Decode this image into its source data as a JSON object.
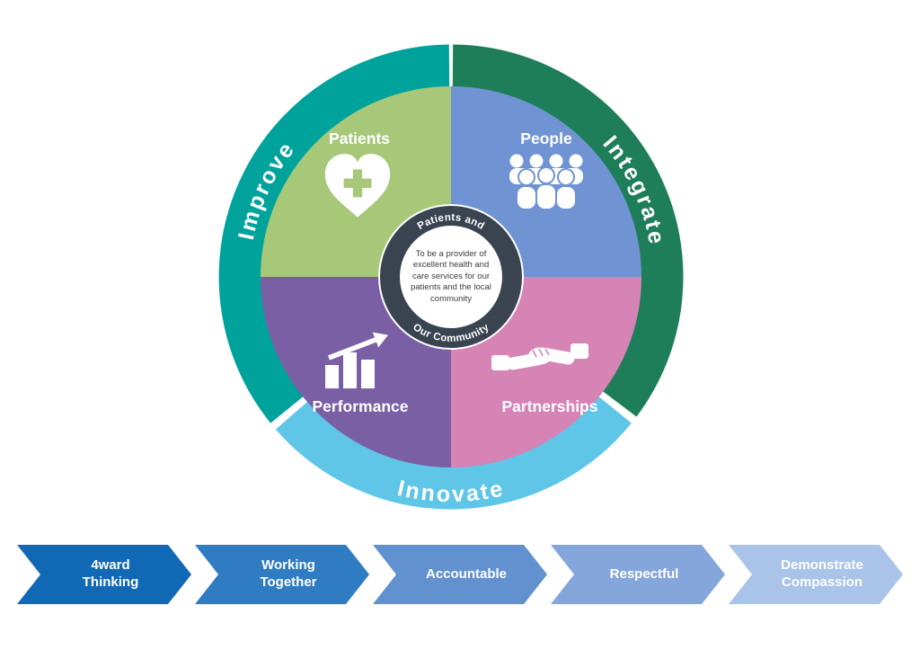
{
  "wheel": {
    "ring": {
      "improve": {
        "label": "Improve",
        "color": "#00A39C"
      },
      "integrate": {
        "label": "Integrate",
        "color": "#1F7E5A"
      },
      "innovate": {
        "label": "Innovate",
        "color": "#5FC6E8"
      }
    },
    "quadrants": {
      "patients": {
        "label": "Patients",
        "color": "#A6C878",
        "icon": "heart-cross-icon"
      },
      "people": {
        "label": "People",
        "color": "#7094D3",
        "icon": "people-group-icon"
      },
      "performance": {
        "label": "Performance",
        "color": "#7A5FA4",
        "icon": "bar-chart-arrow-icon"
      },
      "partnerships": {
        "label": "Partnerships",
        "color": "#D584B5",
        "icon": "handshake-icon"
      }
    },
    "center": {
      "ring_color": "#3A4350",
      "arc_top_text": "Patients and",
      "arc_bottom_text": "Our Community",
      "statement": "To be a provider of excellent health and care services for our patients and the local community"
    }
  },
  "values": {
    "items": [
      {
        "label": "4ward Thinking",
        "color": "#1168B4"
      },
      {
        "label": "Working Together",
        "color": "#2F7CC3"
      },
      {
        "label": "Accountable",
        "color": "#6191CE"
      },
      {
        "label": "Respectful",
        "color": "#84A6DB"
      },
      {
        "label": "Demonstrate Compassion",
        "color": "#AAC3E8"
      }
    ]
  }
}
